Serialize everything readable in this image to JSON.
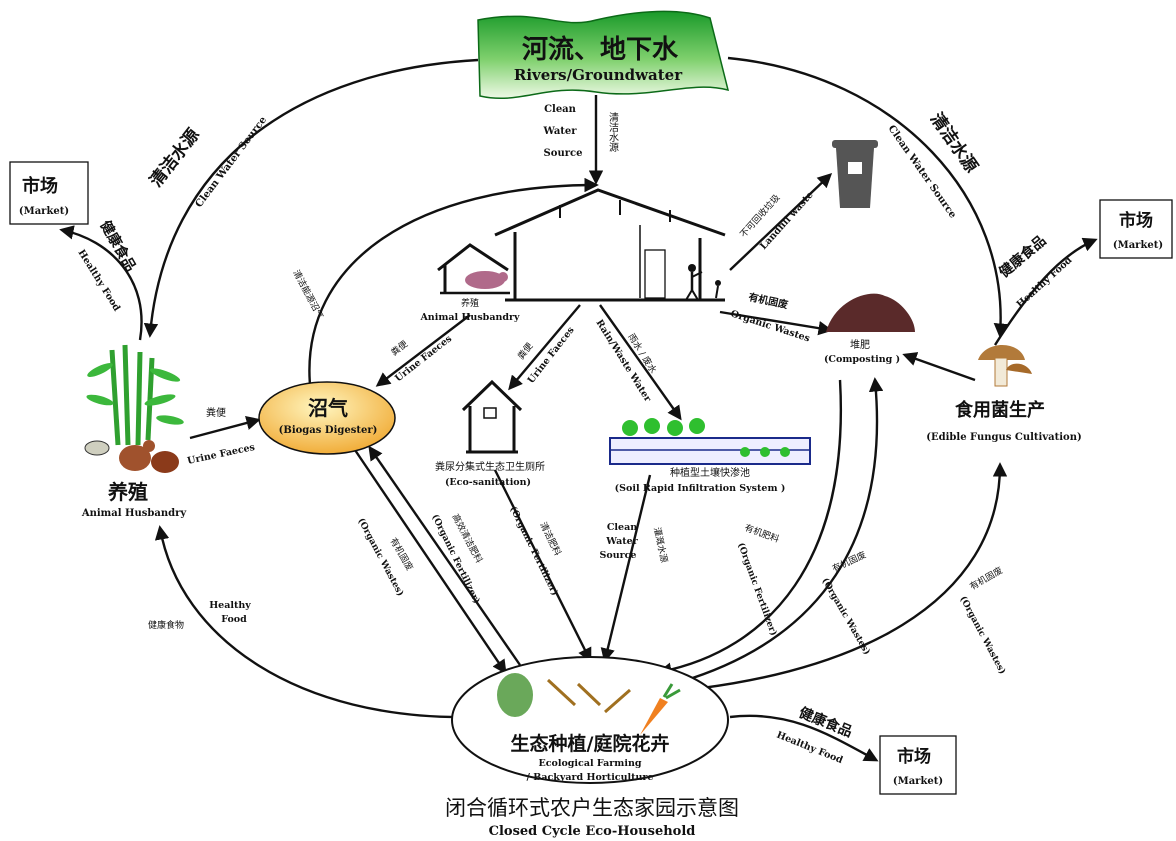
{
  "diagram_data": {
    "title_zh": "闭合循环式农户生态家园示意图",
    "title_en": "Closed Cycle Eco-Household",
    "nodes": {
      "rivers": {
        "zh": "河流、地下水",
        "en": "Rivers/Groundwater"
      },
      "market_left": {
        "zh": "市场",
        "en": "(Market)"
      },
      "market_right": {
        "zh": "市场",
        "en": "(Market)"
      },
      "market_bottom": {
        "zh": "市场",
        "en": "(Market)"
      },
      "animal_husbandry_left": {
        "zh": "养殖",
        "en": "Animal Husbandry"
      },
      "animal_husbandry_house": {
        "zh": "养殖",
        "en": "Animal Husbandry"
      },
      "biogas": {
        "zh": "沼气",
        "en": "(Biogas Digester)"
      },
      "eco_sanitation": {
        "zh": "粪尿分集式生态卫生厕所",
        "en": "(Eco-sanitation)"
      },
      "soil_infiltration": {
        "zh": "种植型土壤快渗池",
        "en": "(Soil Rapid Infiltration System )"
      },
      "composting": {
        "zh": "堆肥",
        "en": "(Composting )"
      },
      "landfill": {
        "zh": "不可回收垃圾",
        "en": "Landfill waste"
      },
      "fungus": {
        "zh": "食用菌生产",
        "en": "(Edible Fungus Cultivation)"
      },
      "farming": {
        "zh": "生态种植/庭院花卉",
        "en1": "Ecological Farming",
        "en2": "/ Backyard Horticulture"
      }
    },
    "edge_labels": {
      "clean_water_en": "Clean Water Source",
      "clean_water_zh": "清洁水源",
      "clean_water_zh_short": "清洁水源",
      "clean_water_center_en_1": "Clean",
      "clean_water_center_en_2": "Water",
      "clean_water_center_en_3": "Source",
      "healthy_food_zh": "健康食品",
      "healthy_food_en": "Healthy Food",
      "healthy_food_lower_zh": "健康食物",
      "healthy_food_lower_en_1": "Healthy",
      "healthy_food_lower_en_2": "Food",
      "clean_energy_zh": "清洁能源沼气",
      "urine_faeces_zh": "粪便",
      "urine_faeces_en": "Urine Faeces",
      "rain_waste_zh": "雨水 / 废水",
      "rain_waste_en": "Rain/Waste Water",
      "organic_wastes_zh": "有机固废",
      "organic_wastes_en": "Organic Wastes",
      "organic_wastes_en_paren": "(Organic Wastes)",
      "organic_fertilizer_zh": "有机肥料",
      "organic_fertilizer_en": "(Organic Fertilizer)",
      "clean_fertilizer_zh": "清洁肥料",
      "high_eff_fertilizer_zh": "高效清洁肥料",
      "organic_fertilizer_en2": "(Organic Fertilizer)",
      "irrigation_zh": "灌溉水源",
      "organic_fert_right_en": "(Organic Fertilizer)"
    },
    "colors": {
      "banner_top": "#1a9a2a",
      "banner_bottom": "#e8f7dc",
      "biogas_fill_top": "#ffe98a",
      "biogas_fill_bottom": "#f2b43a",
      "compost": "#5a2a2a",
      "bin": "#555555",
      "plant_green": "#2fbf2f"
    }
  }
}
